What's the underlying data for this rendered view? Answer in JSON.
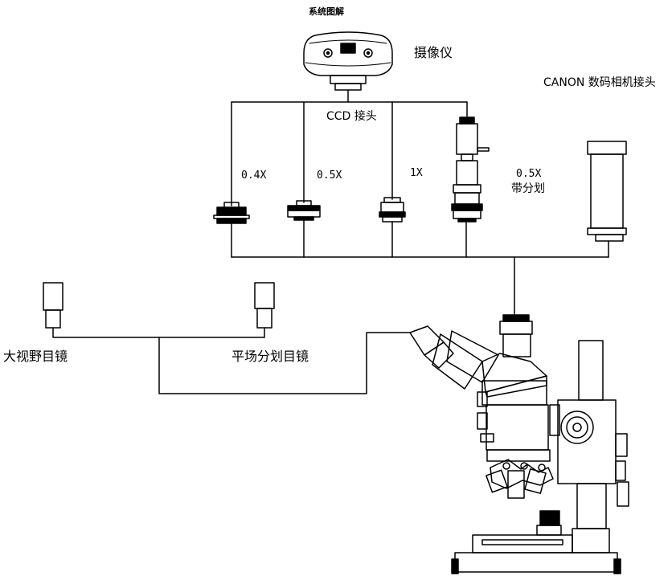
{
  "title": "系统图解",
  "labels": {
    "camera": "摄像仪",
    "canon": "CANON 数码相机接头",
    "ccd": "CCD 接头",
    "x04": "0.4X",
    "x05": "0.5X",
    "x1": "1X",
    "x05r_a": "0.5X",
    "x05r_b": "带分划",
    "wide_eyepiece": "大视野目镜",
    "flat_eyepiece": "平场分划目镜"
  }
}
